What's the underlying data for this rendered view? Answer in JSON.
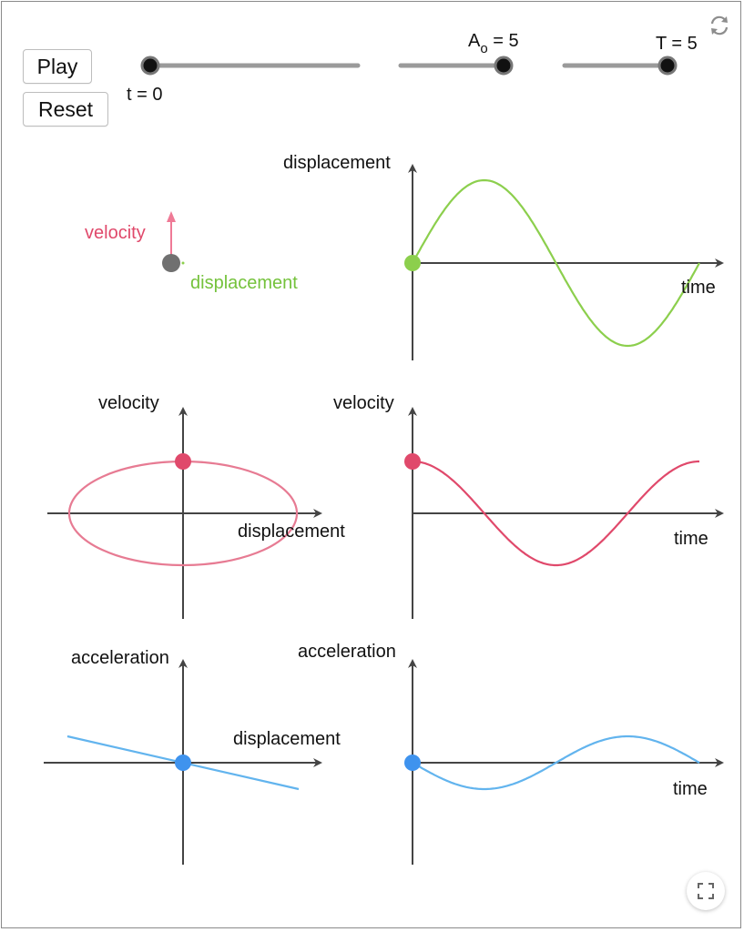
{
  "controls": {
    "play_label": "Play",
    "reset_label": "Reset"
  },
  "sliders": {
    "t": {
      "label": "t = 0",
      "value": 0
    },
    "amplitude": {
      "label": "A",
      "sub": "o",
      "suffix": " = 5",
      "value": 5
    },
    "period": {
      "label": "T = 5",
      "value": 5
    }
  },
  "icons": {
    "refresh": "refresh-icon",
    "fullscreen": "fullscreen-icon"
  },
  "colors": {
    "displacement": "#8ccf4d",
    "displacement_text": "#74c23b",
    "velocity": "#e0496b",
    "velocity_ellipse": "#e77b93",
    "velocity_arrow": "#ef7a96",
    "acceleration": "#62b4ee",
    "acceleration_point": "#3f93ee",
    "axis": "#444444",
    "slider_track": "#9a9a9a"
  },
  "panels": {
    "motion": {
      "velocity_label": "velocity",
      "displacement_label": "displacement"
    },
    "disp_time": {
      "ylabel": "displacement",
      "xlabel": "time"
    },
    "vel_disp": {
      "ylabel": "velocity",
      "xlabel": "displacement"
    },
    "vel_time": {
      "ylabel": "velocity",
      "xlabel": "time"
    },
    "acc_disp": {
      "ylabel": "acceleration",
      "xlabel": "displacement"
    },
    "acc_time": {
      "ylabel": "acceleration",
      "xlabel": "time"
    }
  }
}
